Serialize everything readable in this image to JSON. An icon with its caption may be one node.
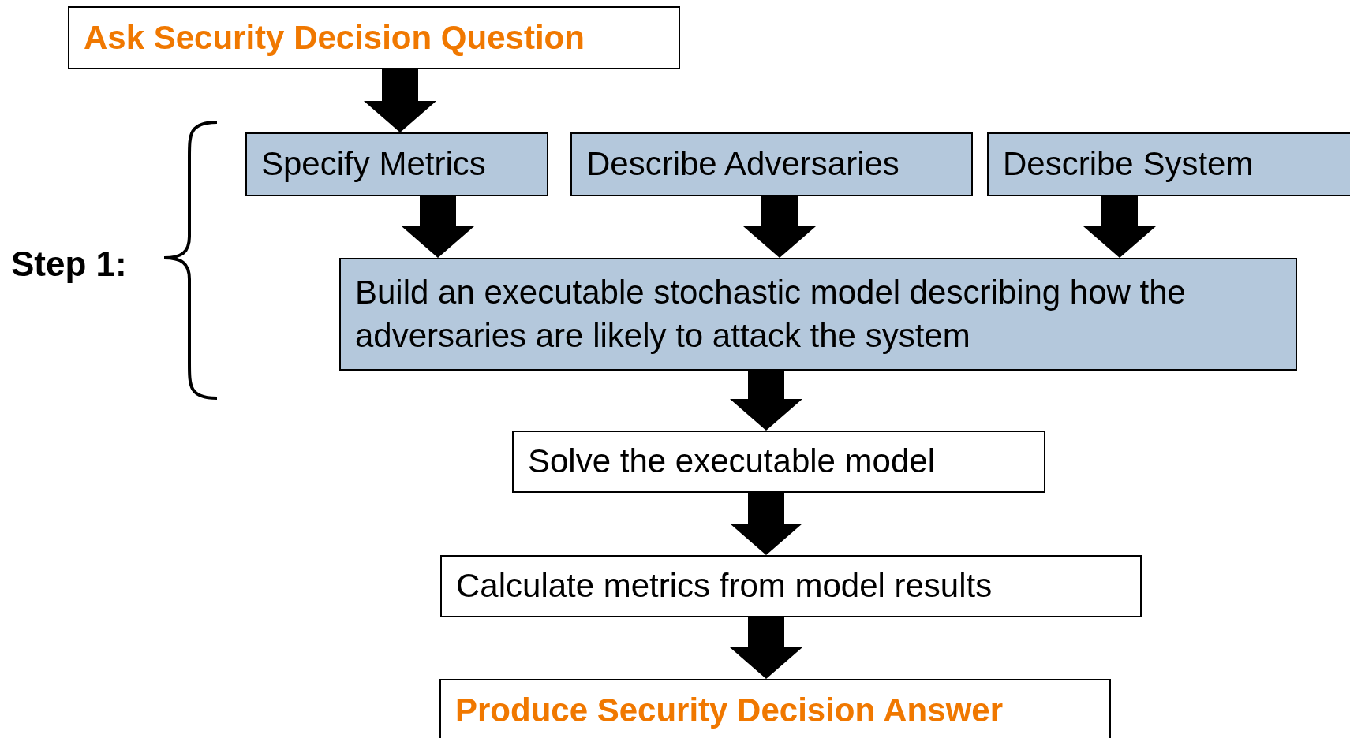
{
  "diagram": {
    "nodes": [
      {
        "text": [
          "Ask Security Decision Question"
        ]
      },
      {
        "text": [
          "Specify Metrics"
        ]
      },
      {
        "text": [
          "Describe Adversaries"
        ]
      },
      {
        "text": [
          "Describe System"
        ]
      },
      {
        "text": [
          "Build an executable stochastic model describing how the adversaries are likely to attack the system"
        ]
      },
      {
        "text": [
          "Solve the executable model"
        ]
      },
      {
        "text": [
          "Calculate metrics from model results"
        ]
      },
      {
        "text": [
          "Produce Security Decision Answer"
        ]
      }
    ],
    "edges": [
      {
        "from": 0,
        "to": 1,
        "arrow": "to"
      },
      {
        "from": 1,
        "to": 4,
        "arrow": "to"
      },
      {
        "from": 2,
        "to": 4,
        "arrow": "to"
      },
      {
        "from": 3,
        "to": 4,
        "arrow": "to"
      },
      {
        "from": 4,
        "to": 5,
        "arrow": "to"
      },
      {
        "from": 5,
        "to": 6,
        "arrow": "to"
      },
      {
        "from": 6,
        "to": 7,
        "arrow": "to"
      }
    ],
    "labels": [
      "Step 1:"
    ]
  }
}
